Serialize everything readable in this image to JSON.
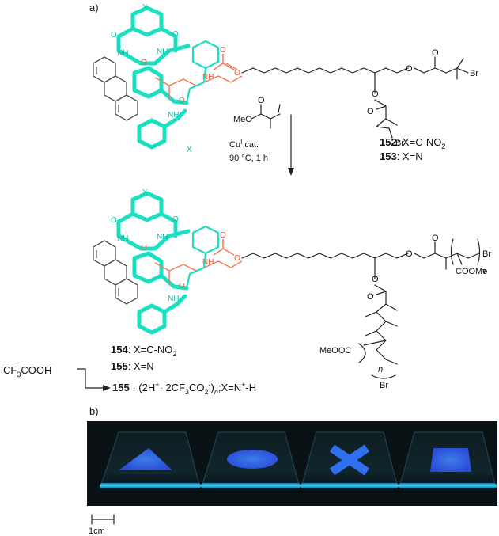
{
  "panel_a": {
    "label": "a)",
    "top_structure": {
      "atoms": {
        "x1": "X",
        "x2": "X",
        "nh1": "NH",
        "nh2": "NH",
        "nh3": "NH",
        "nh4": "NH",
        "o1": "O",
        "o2": "O",
        "o3": "O",
        "o4": "O",
        "br1": "Br",
        "br2": "Br"
      }
    },
    "bottom_structure": {
      "atoms": {
        "x1": "X",
        "nh1": "NH",
        "nh2": "NH",
        "nh3": "NH",
        "nh4": "NH",
        "o1": "O",
        "o2": "O",
        "o3": "O",
        "o4": "O",
        "br1": "Br",
        "br2": "Br",
        "n1": "n",
        "n2": "n",
        "coome1": "COOMe",
        "meooc": "MeOOC"
      }
    },
    "reagent": {
      "methoxy": "MeO",
      "o": "O",
      "cat_prefix": "Cu",
      "cat_sup": "I",
      "cat_suffix": " cat.",
      "temp": "90 °C, 1 h"
    },
    "compounds": [
      {
        "num": "152",
        "desc": ": X=C-NO",
        "sub": "2"
      },
      {
        "num": "153",
        "desc": ": X=N",
        "sub": ""
      },
      {
        "num": "154",
        "desc": ": X=C-NO",
        "sub": "2"
      },
      {
        "num": "155",
        "desc": ": X=N",
        "sub": ""
      }
    ],
    "acid": {
      "text_pre": "CF",
      "sub1": "3",
      "text_post": "COOH"
    },
    "salt": {
      "num": "155",
      "text": " · (2H",
      "sup1": "+",
      "mid": "· 2CF",
      "sub": "3",
      "mid2": "CO",
      "sub2": "2",
      "sup2": "-",
      "close": ")",
      "n": "n",
      "tail": ";X=N",
      "sup3": "+",
      "end": "-H"
    }
  },
  "panel_b": {
    "label": "b)",
    "shapes": [
      "triangle",
      "circle",
      "cross",
      "square"
    ],
    "scale_bar": "1cm",
    "colors": {
      "background": "#0d1418",
      "glow": "#2aa8d8",
      "shape": "#2b4ff0",
      "shape_light": "#3a7fe8"
    }
  }
}
